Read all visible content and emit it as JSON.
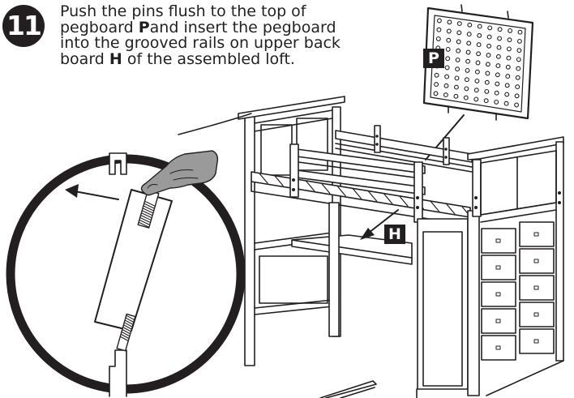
{
  "step": {
    "number": "11"
  },
  "instruction": {
    "line1": "Push the pins flush to the top of",
    "line2_pre": "pegboard ",
    "line2_part": "P",
    "line2_post": "and insert the pegboard",
    "line3": "into the grooved rails on upper back",
    "line4_pre": "board ",
    "line4_part": "H",
    "line4_post": " of the assembled loft."
  },
  "parts": {
    "pegboard": "P",
    "upper_back_board": "H"
  },
  "colors": {
    "ink": "#231f20",
    "finger_fill": "#9a9a9a",
    "paper": "#ffffff"
  },
  "icons": {
    "detail_callout": "magnifier-circle",
    "direction_arrow": "arrow-left",
    "hand": "pointing-finger"
  }
}
